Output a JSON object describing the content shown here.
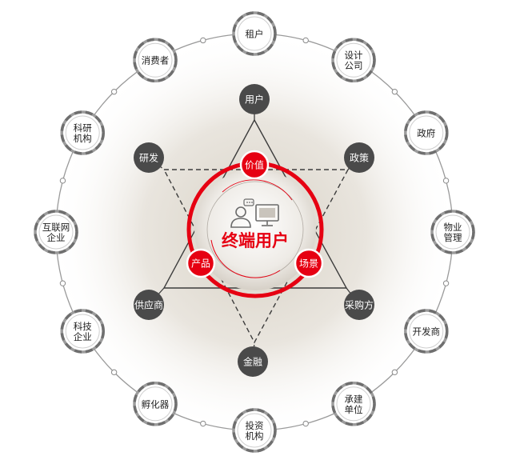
{
  "center": {
    "title": "终端用户"
  },
  "center_tags": [
    {
      "id": "value",
      "label": "价值"
    },
    {
      "id": "product",
      "label": "产品"
    },
    {
      "id": "scene",
      "label": "场景"
    }
  ],
  "star_nodes": [
    {
      "id": "user",
      "label": "用户"
    },
    {
      "id": "policy",
      "label": "政策"
    },
    {
      "id": "procurement",
      "label": "采购方"
    },
    {
      "id": "finance",
      "label": "金融"
    },
    {
      "id": "supplier",
      "label": "供应商"
    },
    {
      "id": "rnd",
      "label": "研发"
    }
  ],
  "ring_nodes": [
    {
      "id": "rent",
      "lines": [
        "租户"
      ]
    },
    {
      "id": "design",
      "lines": [
        "设计",
        "公司"
      ]
    },
    {
      "id": "government",
      "lines": [
        "政府"
      ]
    },
    {
      "id": "property",
      "lines": [
        "物业",
        "管理"
      ]
    },
    {
      "id": "developer",
      "lines": [
        "开发商"
      ]
    },
    {
      "id": "contractor",
      "lines": [
        "承建",
        "单位"
      ]
    },
    {
      "id": "investor",
      "lines": [
        "投资",
        "机构"
      ]
    },
    {
      "id": "incubator",
      "lines": [
        "孵化器"
      ]
    },
    {
      "id": "tech",
      "lines": [
        "科技",
        "企业"
      ]
    },
    {
      "id": "internet",
      "lines": [
        "互联网",
        "企业"
      ]
    },
    {
      "id": "research",
      "lines": [
        "科研",
        "机构"
      ]
    },
    {
      "id": "consumer",
      "lines": [
        "消费者"
      ]
    }
  ],
  "colors": {
    "accent": "#e60012",
    "node_dark": "#4a4a4a",
    "ring_line": "#8a8a8a"
  }
}
